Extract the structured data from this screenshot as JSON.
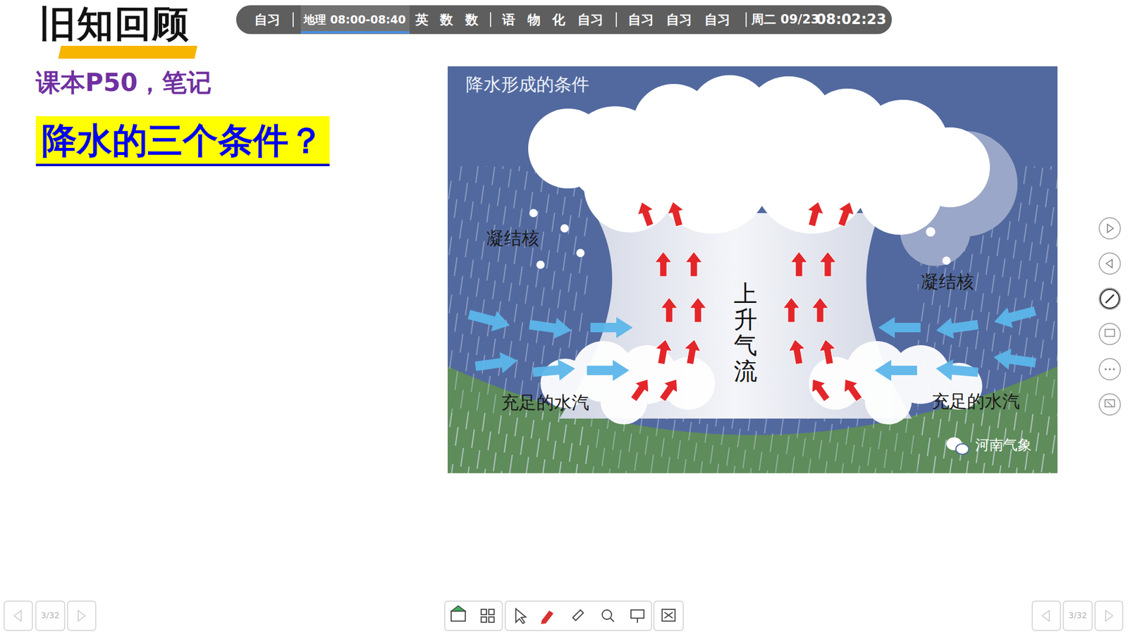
{
  "diagram": {
    "title": "旧知回顾",
    "nodes": [
      {
        "text": [
          "自习",
          "地理 08:00-08:40",
          "英",
          "数",
          "数",
          "语",
          "物",
          "化",
          "自习",
          "自习",
          "自习",
          "自习",
          "周二 09/23",
          "08:02:23"
        ]
      },
      {
        "text": [
          "降水的三个条件？"
        ]
      }
    ],
    "labels": [
      "课本P50，笔记",
      "降水形成的条件",
      "凝结核",
      "凝结核",
      "上升气流",
      "充足的水汽",
      "充足的水汽",
      "河南气象",
      "3/32",
      "3/32"
    ]
  }
}
